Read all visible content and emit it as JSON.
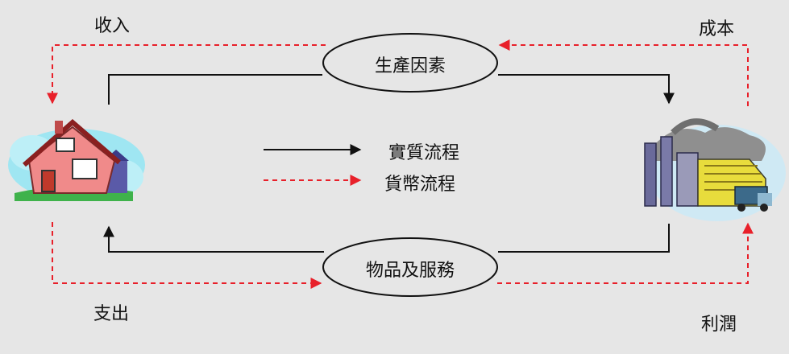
{
  "labels": {
    "income": "收入",
    "cost": "成本",
    "expenditure": "支出",
    "profit": "利潤",
    "factors": "生產因素",
    "goods": "物品及服務"
  },
  "legend": {
    "real_flow": "實質流程",
    "money_flow": "貨幣流程"
  },
  "colors": {
    "background": "#e6e6e6",
    "real_flow_line": "#111111",
    "money_flow_line": "#e8202a"
  },
  "icons": {
    "household": "house-icon",
    "firm": "factory-icon"
  }
}
